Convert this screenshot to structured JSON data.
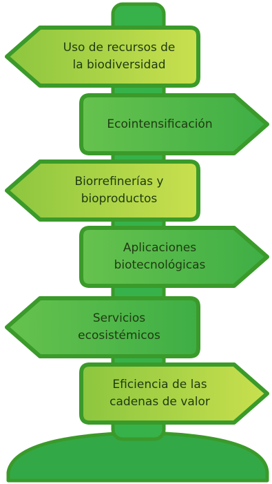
{
  "colors": {
    "outline": "#3a9a2a",
    "post_fill": "#37b24a",
    "ground_fill": "#33a846",
    "sign_dark": "#4cb848",
    "sign_light": "#b5d94c",
    "text": "#1f3a12"
  },
  "signs": [
    {
      "label": "Uso de recursos de\nla biodiversidad",
      "direction": "left",
      "shade": "light"
    },
    {
      "label": "Ecointensificación",
      "direction": "right",
      "shade": "dark"
    },
    {
      "label": "Biorrefinerías y\nbioproductos",
      "direction": "left",
      "shade": "light"
    },
    {
      "label": "Aplicaciones\nbiotecnológicas",
      "direction": "right",
      "shade": "dark"
    },
    {
      "label": "Servicios\necosistémicos",
      "direction": "left",
      "shade": "dark"
    },
    {
      "label": "Eficiencia de las\ncadenas de valor",
      "direction": "right",
      "shade": "light"
    }
  ]
}
